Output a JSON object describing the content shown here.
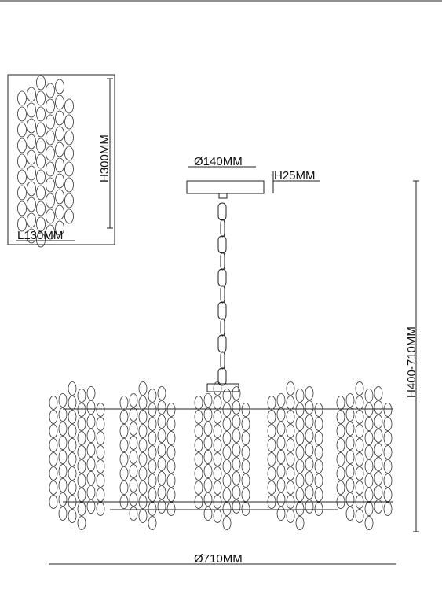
{
  "detail": {
    "height_label": "H300MM",
    "length_label": "L130MM"
  },
  "canopy": {
    "diameter_label": "Ø140MM",
    "height_label": "H25MM"
  },
  "fixture": {
    "height_label": "H400-710MM",
    "diameter_label": "Ø710MM"
  }
}
